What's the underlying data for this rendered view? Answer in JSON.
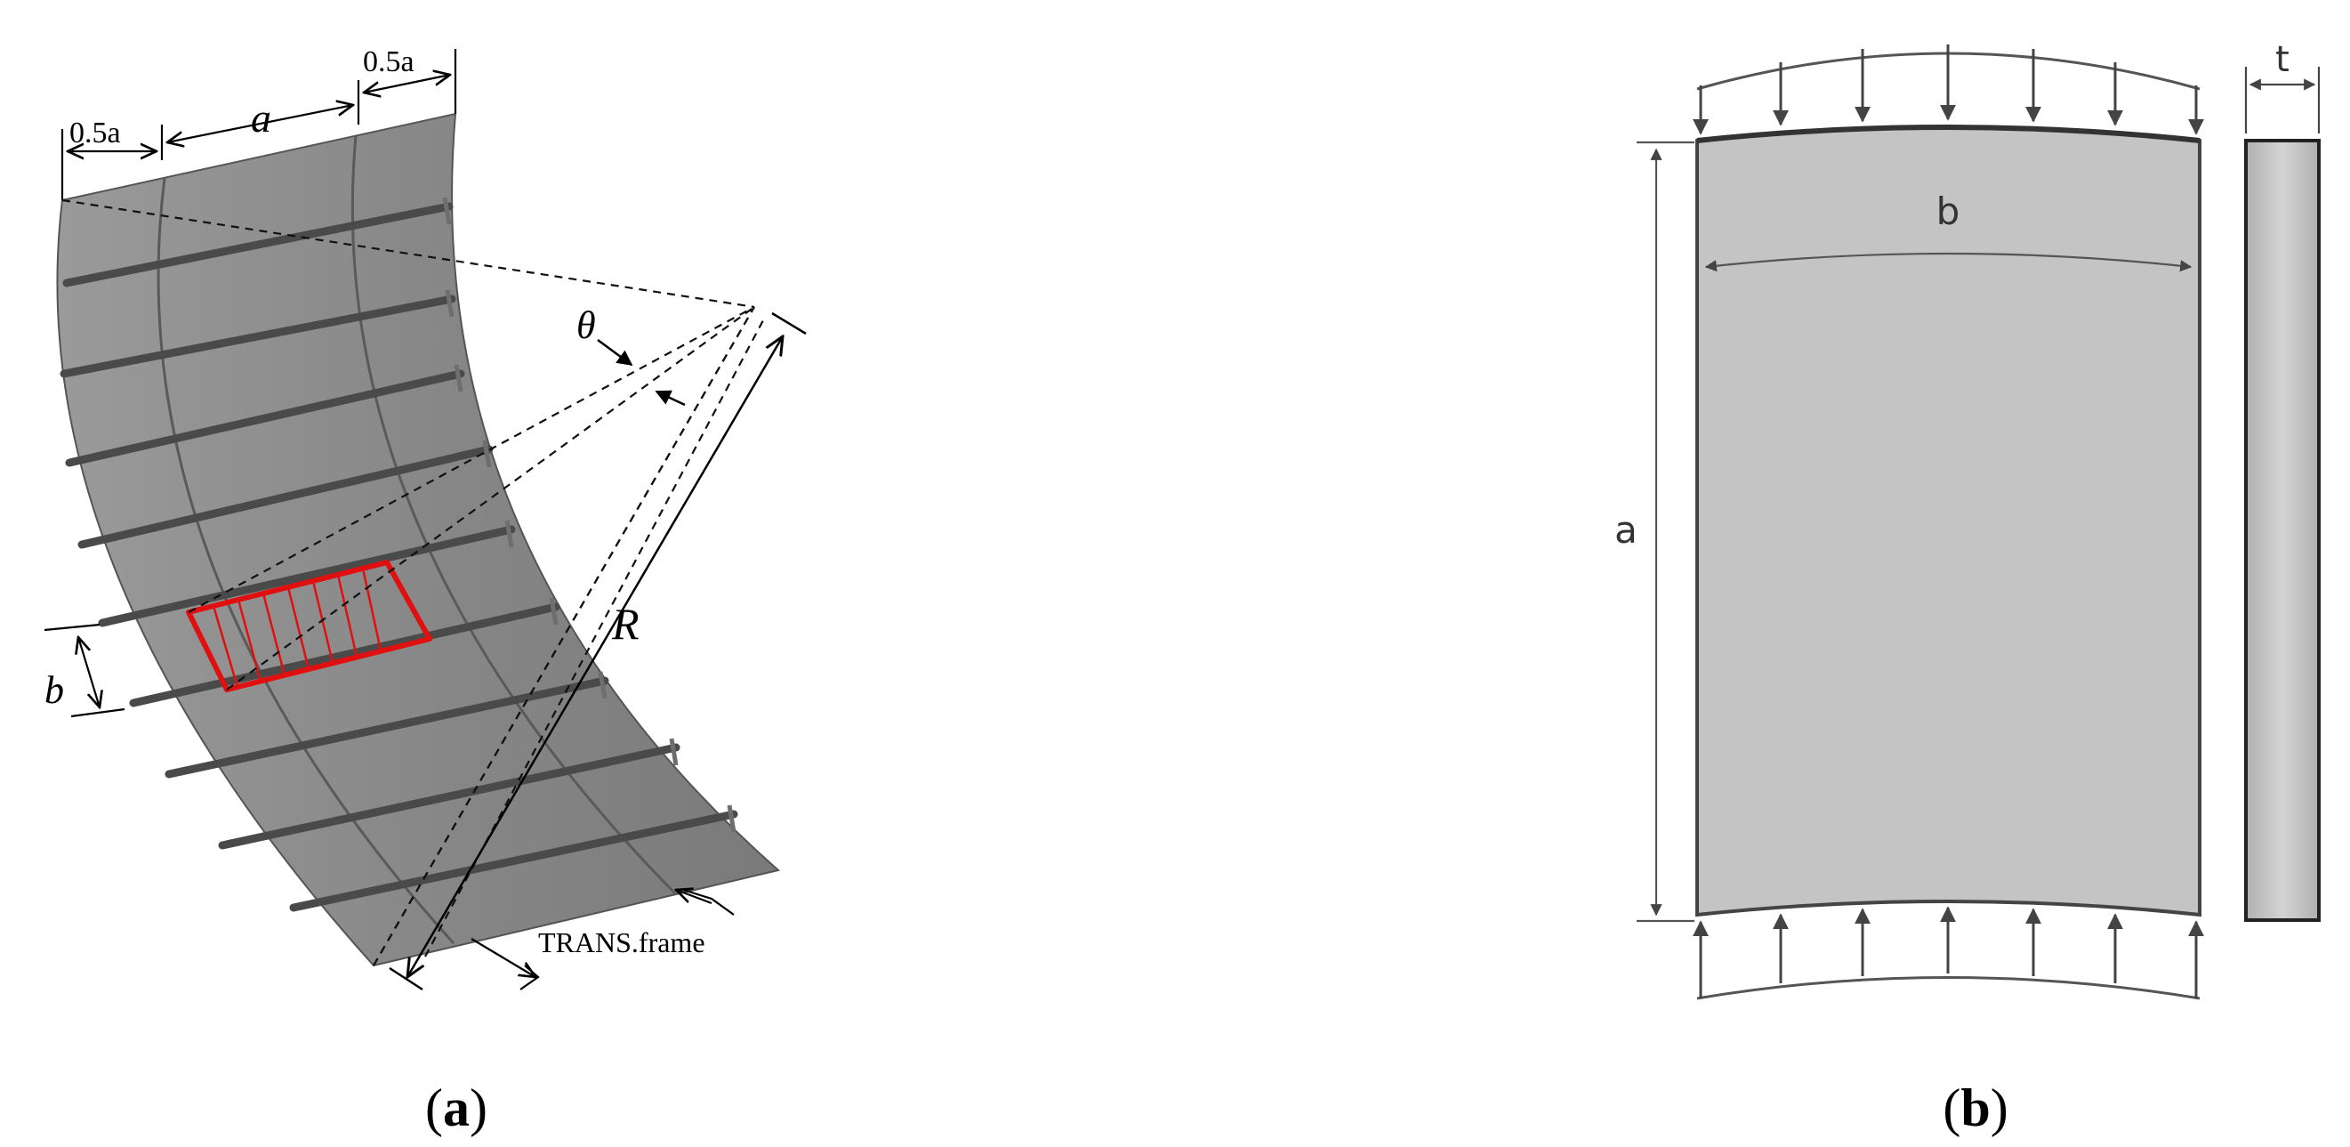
{
  "panel_a": {
    "dim_top_right": "0.5a",
    "dim_a": "a",
    "dim_top_left": "0.5a",
    "theta": "θ",
    "radius": "R",
    "stiffener_spacing": "b",
    "frame_label": "TRANS.frame",
    "caption_left": "(",
    "caption_letter": "a",
    "caption_right": ")"
  },
  "panel_b": {
    "width_label": "b",
    "length_label": "a",
    "thickness_label": "t",
    "caption_left": "(",
    "caption_letter": "b",
    "caption_right": ")"
  },
  "colors": {
    "shell": "#8a8a8a",
    "plate_fill": "#c8c8c8",
    "highlight": "#e01010"
  }
}
